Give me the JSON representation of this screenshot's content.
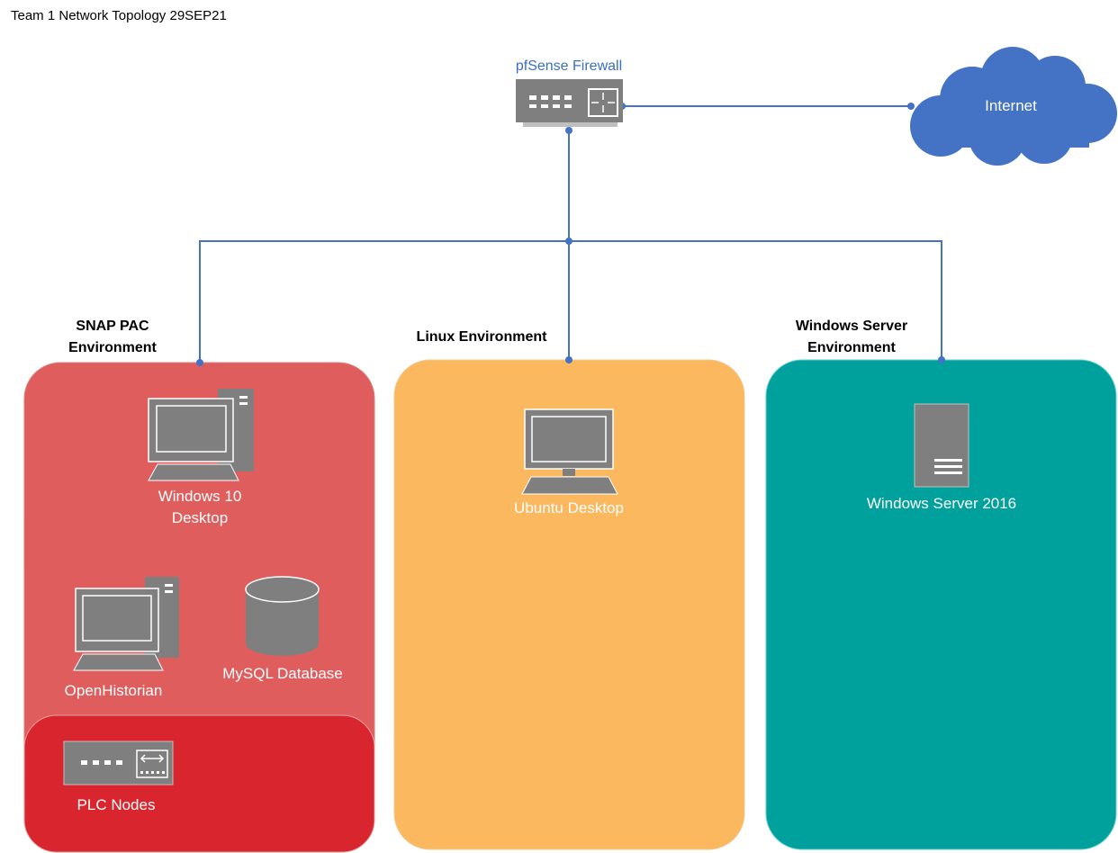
{
  "title": "Team 1 Network Topology 29SEP21",
  "nodes": {
    "firewall": "pfSense Firewall",
    "internet": "Internet",
    "win10": [
      "Windows 10",
      "Desktop"
    ],
    "openhistorian": "OpenHistorian",
    "mysql": "MySQL Database",
    "plc": "PLC Nodes",
    "ubuntu": "Ubuntu Desktop",
    "winserver": "Windows Server 2016"
  },
  "environments": {
    "snap": [
      "SNAP PAC",
      "Environment"
    ],
    "linux": "Linux Environment",
    "windows": [
      "Windows Server",
      "Environment"
    ]
  },
  "colors": {
    "link": "#4472c4",
    "cloud": "#4472c4",
    "snap_env": "#e05d5d",
    "plc_zone": "#d9252e",
    "linux_env": "#fbb85e",
    "windows_env": "#00a19c",
    "device": "#7f7f7f"
  }
}
